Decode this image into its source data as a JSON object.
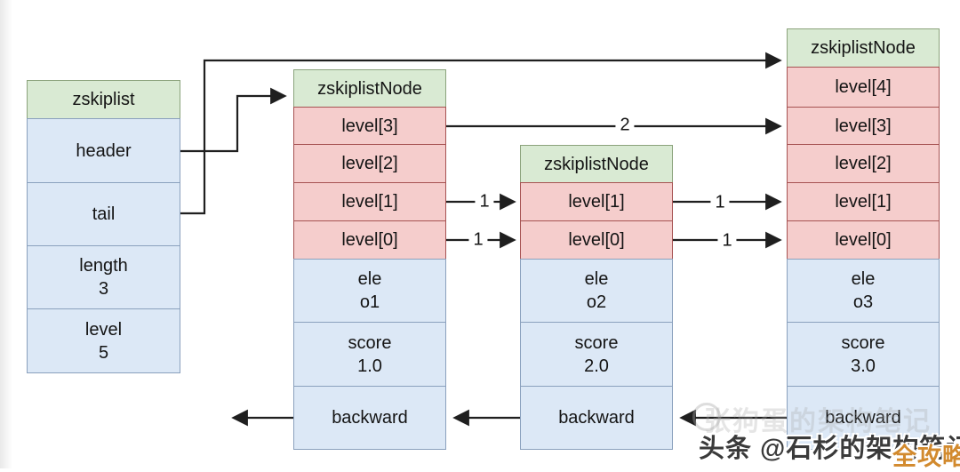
{
  "zskiplist": {
    "title": "zskiplist",
    "header": "header",
    "tail": "tail",
    "length_label": "length",
    "length_value": "3",
    "level_label": "level",
    "level_value": "5"
  },
  "node1": {
    "title": "zskiplistNode",
    "level3": "level[3]",
    "level2": "level[2]",
    "level1": "level[1]",
    "level0": "level[0]",
    "ele_label": "ele",
    "ele_value": "o1",
    "score_label": "score",
    "score_value": "1.0",
    "backward": "backward"
  },
  "node2": {
    "title": "zskiplistNode",
    "level1": "level[1]",
    "level0": "level[0]",
    "ele_label": "ele",
    "ele_value": "o2",
    "score_label": "score",
    "score_value": "2.0",
    "backward": "backward"
  },
  "node3": {
    "title": "zskiplistNode",
    "level4": "level[4]",
    "level3": "level[3]",
    "level2": "level[2]",
    "level1": "level[1]",
    "level0": "level[0]",
    "ele_label": "ele",
    "ele_value": "o3",
    "score_label": "score",
    "score_value": "3.0",
    "backward": "backward"
  },
  "arrow_labels": {
    "span_level3": "2",
    "n1_n2_level1": "1",
    "n1_n2_level0": "1",
    "n2_n3_level1": "1",
    "n2_n3_level0": "1"
  },
  "watermark": {
    "faint": "张狗蛋的架构笔记",
    "main": "头条 @石杉的架构笔记",
    "badge": "全攻略"
  },
  "colors": {
    "green_fill": "#d9ead3",
    "red_fill": "#f5cdcc",
    "blue_fill": "#dce8f6",
    "arrow": "#1f1f1f",
    "badge_orange": "#d28a2e"
  }
}
